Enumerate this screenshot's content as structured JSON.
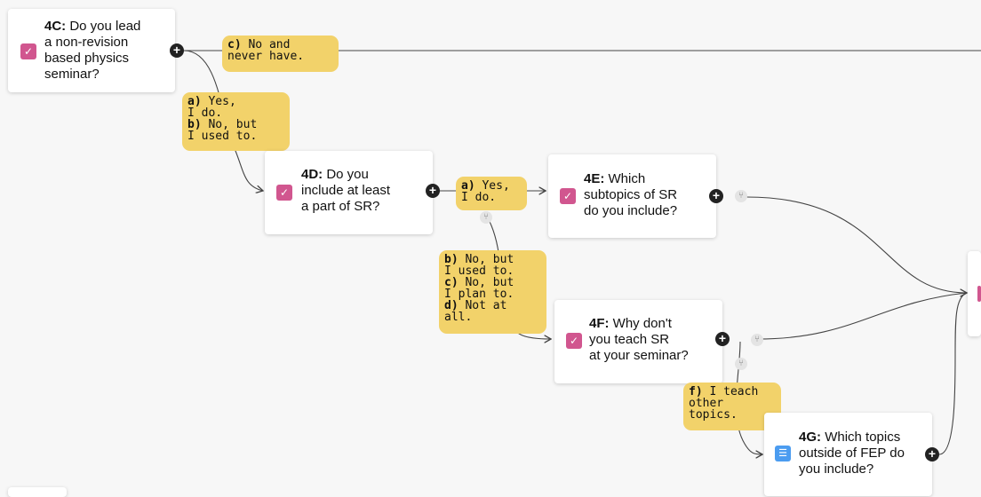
{
  "colors": {
    "checkbox": "#d1568f",
    "list_icon": "#4b9cf0",
    "edge_label_bg": "#f2d26a",
    "canvas_bg": "#f7f7f7"
  },
  "nodes": {
    "q4c": {
      "id": "4C:",
      "text_lines": [
        "Do you lead",
        "a non-revision",
        "based physics",
        "seminar?"
      ],
      "icon": "checkbox-icon"
    },
    "q4d": {
      "id": "4D:",
      "text_lines": [
        "Do you",
        "include  at least",
        "a part of SR?"
      ],
      "icon": "checkbox-icon"
    },
    "q4e": {
      "id": "4E:",
      "text_lines": [
        "Which",
        "subtopics of SR",
        "do you include?"
      ],
      "icon": "checkbox-icon"
    },
    "q4f": {
      "id": "4F:",
      "text_lines": [
        "Why don't",
        "you teach SR",
        "at your seminar?"
      ],
      "icon": "checkbox-icon"
    },
    "q4g": {
      "id": "4G:",
      "text_lines": [
        "Which topics",
        "outside of FEP do",
        "you include?"
      ],
      "icon": "list-icon"
    }
  },
  "edge_labels": {
    "c_no_never": [
      {
        "k": "c)",
        "t": " No and"
      },
      {
        "k": "",
        "t": "never have."
      }
    ],
    "ab_yes_used": [
      {
        "k": "a)",
        "t": " Yes,"
      },
      {
        "k": "",
        "t": "I do."
      },
      {
        "k": "b)",
        "t": " No, but"
      },
      {
        "k": "",
        "t": "I used to."
      }
    ],
    "a_yes": [
      {
        "k": "a)",
        "t": " Yes,"
      },
      {
        "k": "",
        "t": "I do."
      }
    ],
    "bcd": [
      {
        "k": "b)",
        "t": " No, but"
      },
      {
        "k": "",
        "t": "I used to."
      },
      {
        "k": "c)",
        "t": " No, but"
      },
      {
        "k": "",
        "t": "I plan to."
      },
      {
        "k": "d)",
        "t": " Not at"
      },
      {
        "k": "",
        "t": "all."
      }
    ],
    "f_other": [
      {
        "k": "f)",
        "t": " I teach"
      },
      {
        "k": "",
        "t": "other"
      },
      {
        "k": "",
        "t": "topics."
      }
    ]
  },
  "controls": {
    "add_symbol": "+",
    "split_symbol": "⑂",
    "check_symbol": "✓",
    "list_symbol": "☰"
  }
}
